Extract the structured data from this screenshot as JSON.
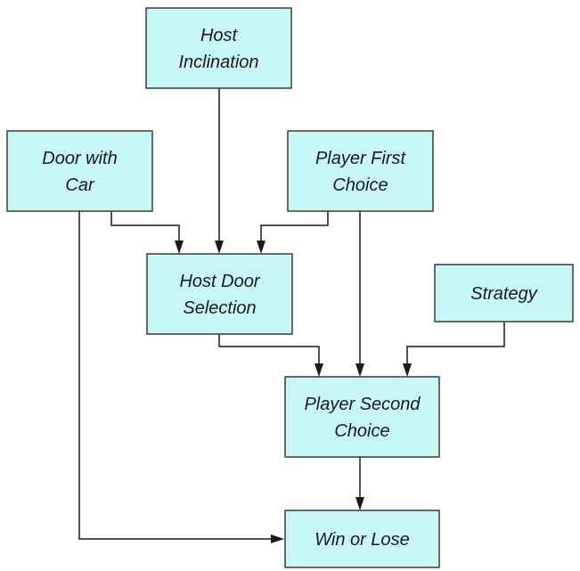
{
  "nodes": {
    "host_inclination": {
      "line1": "Host",
      "line2": "Inclination"
    },
    "door_with_car": {
      "line1": "Door with",
      "line2": "Car"
    },
    "player_first_choice": {
      "line1": "Player First",
      "line2": "Choice"
    },
    "host_door_selection": {
      "line1": "Host Door",
      "line2": "Selection"
    },
    "strategy": {
      "line1": "Strategy"
    },
    "player_second_choice": {
      "line1": "Player Second",
      "line2": "Choice"
    },
    "win_or_lose": {
      "line1": "Win or Lose"
    }
  },
  "edges": [
    {
      "from": "host_inclination",
      "to": "host_door_selection"
    },
    {
      "from": "door_with_car",
      "to": "host_door_selection"
    },
    {
      "from": "player_first_choice",
      "to": "host_door_selection"
    },
    {
      "from": "player_first_choice",
      "to": "player_second_choice"
    },
    {
      "from": "host_door_selection",
      "to": "player_second_choice"
    },
    {
      "from": "strategy",
      "to": "player_second_choice"
    },
    {
      "from": "player_second_choice",
      "to": "win_or_lose"
    },
    {
      "from": "door_with_car",
      "to": "win_or_lose"
    }
  ],
  "colors": {
    "node_fill": "#c8f7f7",
    "node_border": "#3b3b3b",
    "edge": "#1a1a1a",
    "background": "#ffffff"
  }
}
